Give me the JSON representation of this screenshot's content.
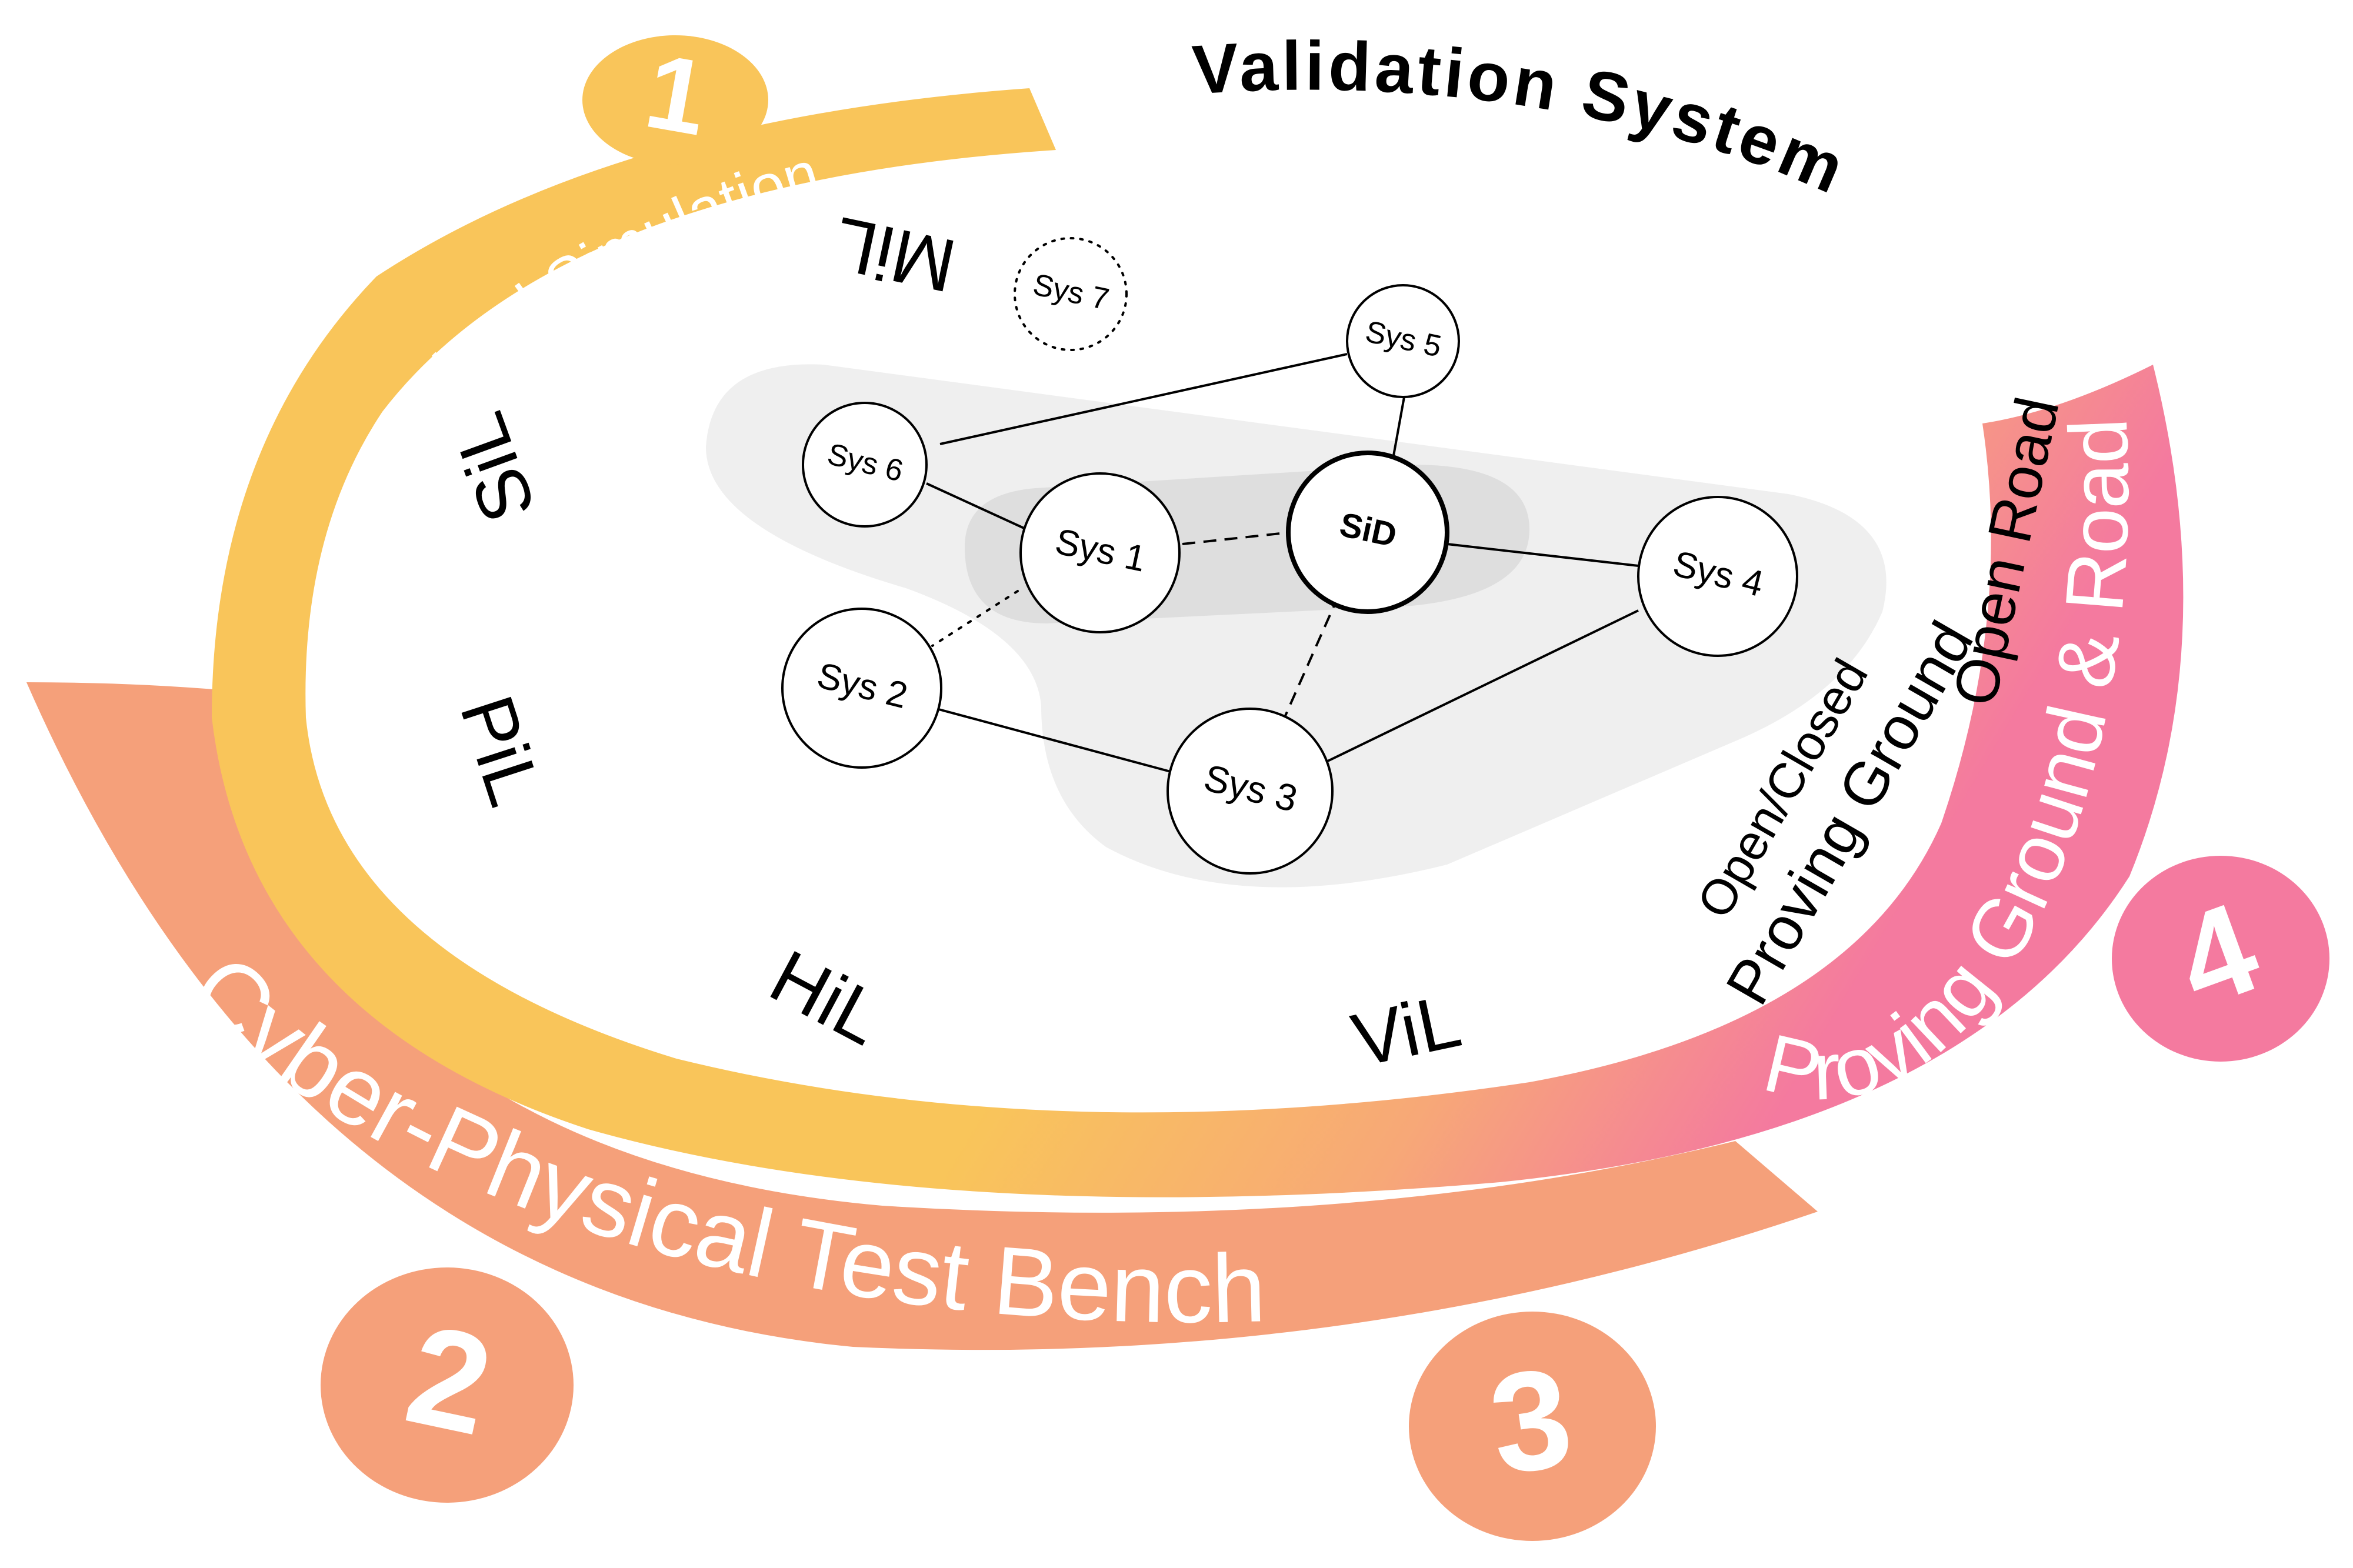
{
  "title": "Validation System",
  "colors": {
    "cloud_band": "#F9C55A",
    "bench_band": "#F5A07A",
    "road_band": "#F47A9F",
    "cluster_light": "#EFEFEF",
    "cluster_dark": "#DDDDDD"
  },
  "bands": {
    "cloud": {
      "label": "Cloud Simulation",
      "number": "1"
    },
    "bench": {
      "label": "Cyber-Physical Test Bench",
      "number": "2"
    },
    "bench_end": {
      "number": "3"
    },
    "road": {
      "label": "Proving Ground & Road",
      "number": "4"
    }
  },
  "stages": {
    "mil": "MiL",
    "sil": "SiL",
    "pil": "PiL",
    "hil": "HiL",
    "vil": "ViL",
    "open_closed": "Open/Closed",
    "proving_ground": "Proving Ground",
    "open_road": "Open Road"
  },
  "nodes": {
    "sid": "SiD",
    "sys1": "Sys 1",
    "sys2": "Sys 2",
    "sys3": "Sys 3",
    "sys4": "Sys 4",
    "sys5": "Sys 5",
    "sys6": "Sys 6",
    "sys7": "Sys 7"
  }
}
